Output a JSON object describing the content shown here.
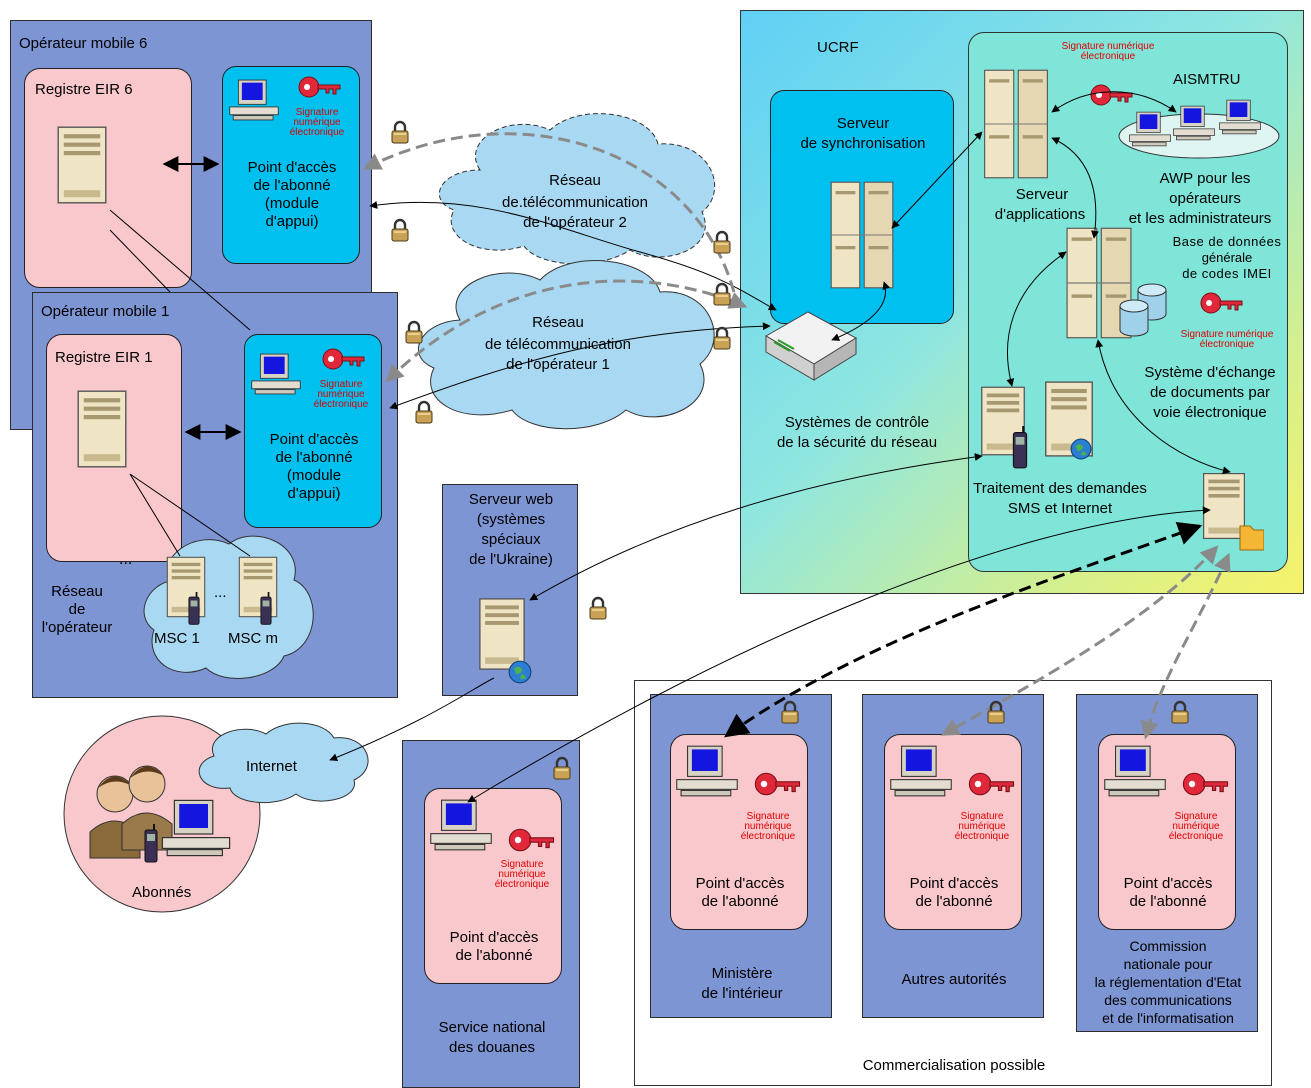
{
  "operator6": {
    "title": "Opérateur mobile 6",
    "eir": "Registre EIR 6",
    "access_point": [
      "Point d'accès",
      "de l'abonné",
      "(module",
      "d'appui)"
    ]
  },
  "operator1": {
    "title": "Opérateur mobile 1",
    "eir": "Registre EIR 1",
    "access_point": [
      "Point d'accès",
      "de l'abonné",
      "(module",
      "d'appui)"
    ],
    "ellipsis": "...",
    "network": [
      "Réseau",
      "de",
      "l'opérateur"
    ],
    "msc1": "MSC 1",
    "msc_dots": "...",
    "mscm": "MSC m"
  },
  "signature": [
    "Signature",
    "numérique",
    "électronique"
  ],
  "signature_single": [
    "Signature numérique",
    "électronique"
  ],
  "cloud2": [
    "Réseau",
    "de.télécommunication",
    "de l'opérateur 2"
  ],
  "cloud1": [
    "Réseau",
    "de télécommunication",
    "de l'opérateur 1"
  ],
  "ucrf": {
    "title": "UCRF",
    "sync_server": [
      "Serveur",
      "de synchronisation"
    ],
    "security": [
      "Systèmes de contrôle",
      "de la sécurité du réseau"
    ],
    "aismtru": "AISMTRU",
    "app_server": [
      "Serveur",
      "d'applications"
    ],
    "awp": [
      "AWP pour les",
      "opérateurs",
      "et les administrateurs"
    ],
    "imei_db": [
      "Base de données",
      "générale",
      "de codes IMEI"
    ],
    "doc_exchange": [
      "Système d'échange",
      "de documents par",
      "voie électronique"
    ],
    "sms": [
      "Traitement des demandes",
      "SMS et Internet"
    ]
  },
  "web_server": [
    "Serveur web",
    "(systèmes",
    "spéciaux",
    "de l'Ukraine)"
  ],
  "internet": "Internet",
  "subscribers": "Abonnés",
  "access_point_short": [
    "Point d'accès",
    "de l'abonné"
  ],
  "customs": [
    "Service national",
    "des douanes"
  ],
  "ministry": [
    "Ministère",
    "de l'intérieur"
  ],
  "authorities": "Autres autorités",
  "commission": [
    "Commission",
    "nationale pour",
    "la réglementation d'Etat",
    "des communications",
    "et de l'informatisation"
  ],
  "commercial": "Commercialisation possible",
  "colors": {
    "operator_bg": "#7e95d3",
    "registry_bg": "#f9c8cc",
    "access_bg": "#00c0f0",
    "cloud": "#a9d8f2",
    "aismtru_bg": "#7ee5d8",
    "signature": "#e00000",
    "key": "#e0283a"
  }
}
